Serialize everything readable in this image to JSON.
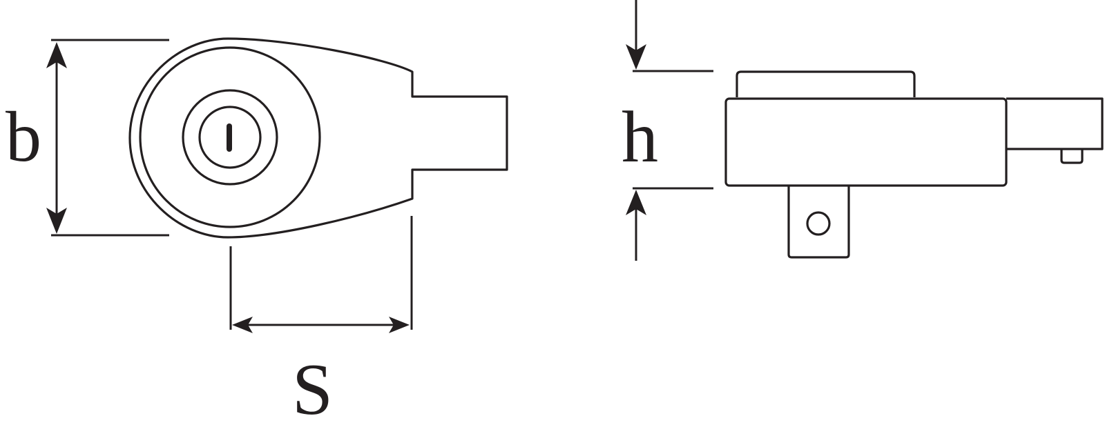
{
  "diagram": {
    "dimension_labels": {
      "width": "b",
      "span": "S",
      "height": "h"
    },
    "colors": {
      "stroke": "#231f20",
      "background": "#ffffff"
    }
  }
}
